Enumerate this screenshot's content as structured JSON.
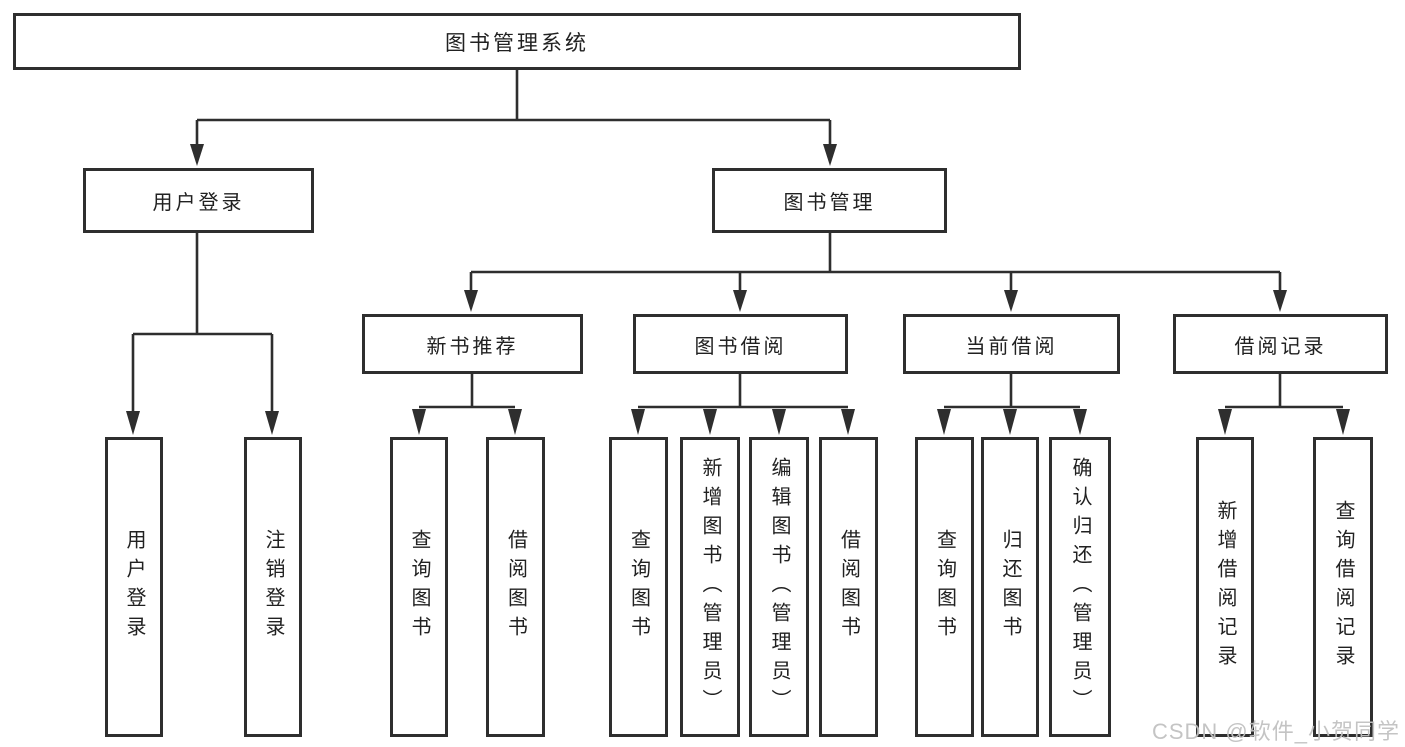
{
  "diagram": {
    "title": "图书管理系统",
    "type": "hierarchy-tree",
    "nodes": {
      "root": "图书管理系统",
      "user_login": "用户登录",
      "book_mgmt": "图书管理",
      "new_book_rec": "新书推荐",
      "book_borrow": "图书借阅",
      "current_borrow": "当前借阅",
      "borrow_records": "借阅记录",
      "leaf_user_login": "用户登录",
      "leaf_logout": "注销登录",
      "leaf_query_books_rec": "查询图书",
      "leaf_borrow_books_rec": "借阅图书",
      "leaf_query_books_borrow": "查询图书",
      "leaf_add_books_admin": "新增图书（管理员）",
      "leaf_edit_books_admin": "编辑图书（管理员）",
      "leaf_borrow_books_borrow": "借阅图书",
      "leaf_query_books_current": "查询图书",
      "leaf_return_books": "归还图书",
      "leaf_confirm_return_admin": "确认归还（管理员）",
      "leaf_add_borrow_record": "新增借阅记录",
      "leaf_query_borrow_record": "查询借阅记录"
    },
    "hierarchy": {
      "图书管理系统": {
        "用户登录": [
          "用户登录",
          "注销登录"
        ],
        "图书管理": {
          "新书推荐": [
            "查询图书",
            "借阅图书"
          ],
          "图书借阅": [
            "查询图书",
            "新增图书（管理员）",
            "编辑图书（管理员）",
            "借阅图书"
          ],
          "当前借阅": [
            "查询图书",
            "归还图书",
            "确认归还（管理员）"
          ],
          "借阅记录": [
            "新增借阅记录",
            "查询借阅记录"
          ]
        }
      }
    },
    "colors": {
      "line": "#2e2e2e",
      "box_border": "#2e2e2e",
      "box_fill": "#ffffff",
      "text": "#212121",
      "background": "#ffffff",
      "watermark": "#c1c1c1"
    }
  },
  "watermark": {
    "text": "CSDN @软件_小贺同学"
  }
}
